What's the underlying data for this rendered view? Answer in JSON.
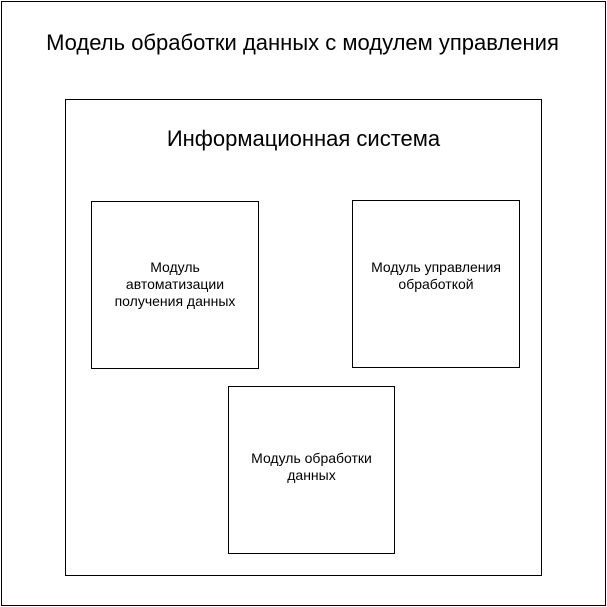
{
  "diagram": {
    "outer_title": "Модель обработки данных с модулем управления",
    "inner_title": "Информационная система",
    "modules": [
      {
        "label": "Модуль\nавтоматизации\nполучения данных"
      },
      {
        "label": "Модуль управления\nобработкой"
      },
      {
        "label": "Модуль обработки\nданных"
      }
    ]
  }
}
